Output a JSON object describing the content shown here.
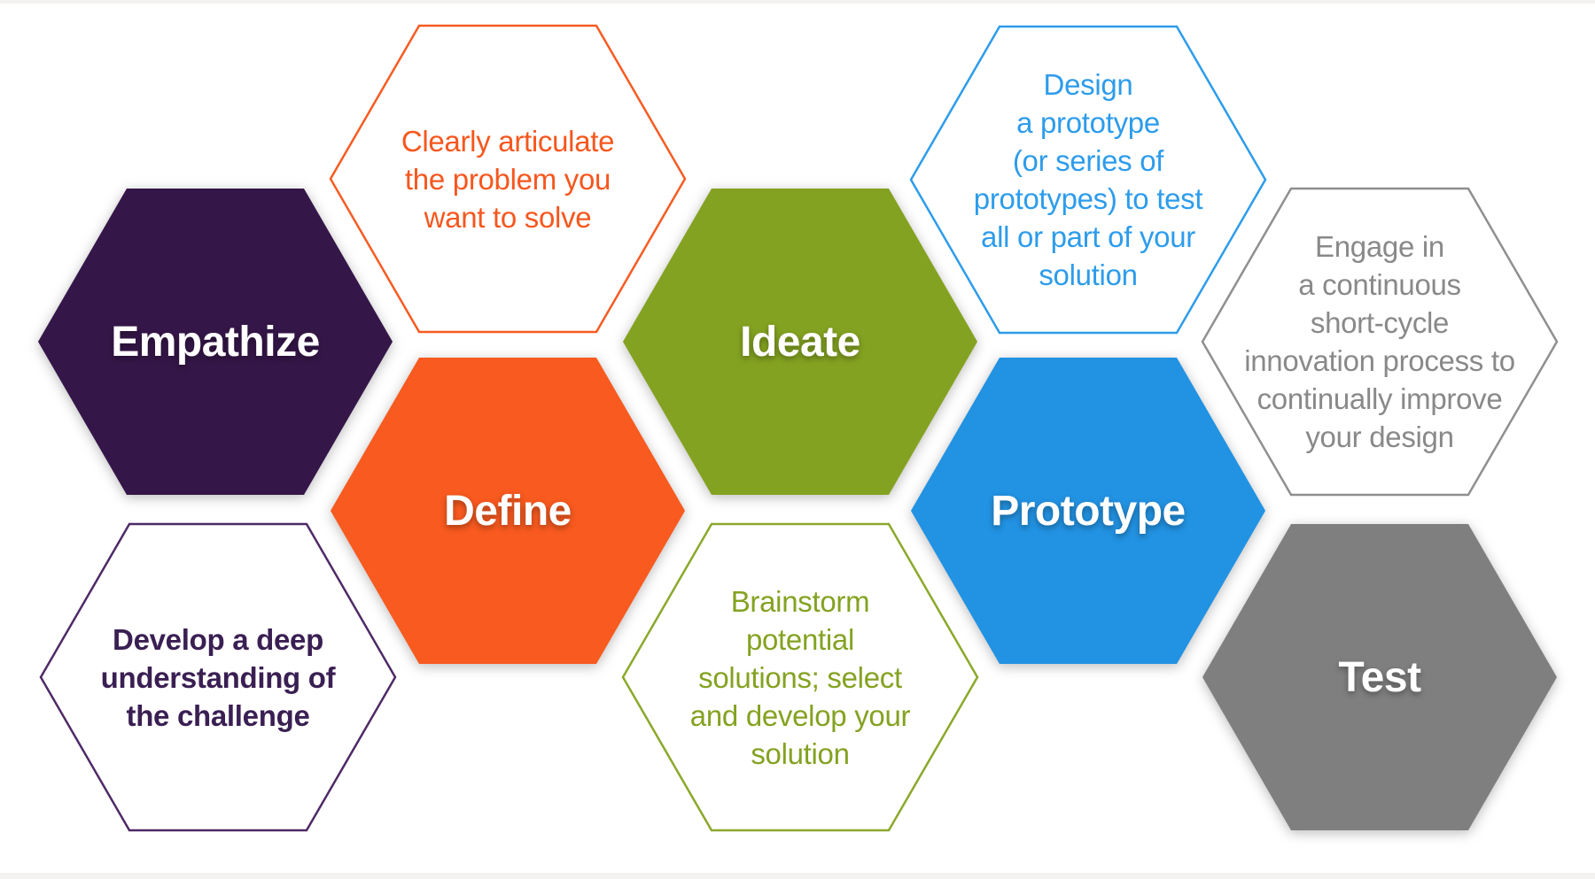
{
  "diagram": {
    "background": "#ffffff",
    "hexagons": [
      {
        "id": "empathize",
        "kind": "stage",
        "label": "Empathize",
        "fill": "#351648",
        "stroke": "none",
        "label_color": "#ffffff"
      },
      {
        "id": "empathize-note",
        "kind": "note",
        "label": "Develop a deep\nunderstanding of\nthe challenge",
        "fill": "#ffffff",
        "stroke": "#4e2a66",
        "label_color": "#3a1f53",
        "weight": "bold"
      },
      {
        "id": "define-note",
        "kind": "note",
        "label": "Clearly articulate\nthe problem you\nwant to solve",
        "fill": "#ffffff",
        "stroke": "#f75b22",
        "label_color": "#f6571e"
      },
      {
        "id": "define",
        "kind": "stage",
        "label": "Define",
        "fill": "#f85a1f",
        "stroke": "none",
        "label_color": "#ffffff"
      },
      {
        "id": "ideate",
        "kind": "stage",
        "label": "Ideate",
        "fill": "#84a221",
        "stroke": "none",
        "label_color": "#ffffff"
      },
      {
        "id": "ideate-note",
        "kind": "note",
        "label": "Brainstorm\npotential\nsolutions; select\nand develop your\nsolution",
        "fill": "#ffffff",
        "stroke": "#8aa82a",
        "label_color": "#84a221"
      },
      {
        "id": "prototype-note",
        "kind": "note",
        "label": "Design\na prototype\n(or series of\nprototypes) to test\nall or part of your\nsolution",
        "fill": "#ffffff",
        "stroke": "#2d9ceb",
        "label_color": "#2d9ceb"
      },
      {
        "id": "prototype",
        "kind": "stage",
        "label": "Prototype",
        "fill": "#2292e2",
        "stroke": "none",
        "label_color": "#ffffff"
      },
      {
        "id": "test-note",
        "kind": "note",
        "label": "Engage in\na continuous\nshort-cycle\ninnovation process to\ncontinually improve\nyour design",
        "fill": "#ffffff",
        "stroke": "#8f8f8f",
        "label_color": "#898989"
      },
      {
        "id": "test",
        "kind": "stage",
        "label": "Test",
        "fill": "#7f7f7f",
        "stroke": "none",
        "label_color": "#ffffff"
      }
    ]
  }
}
